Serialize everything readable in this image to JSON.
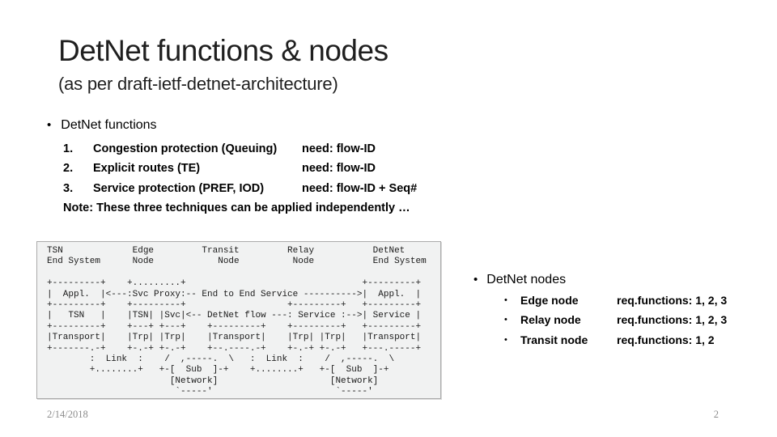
{
  "colors": {
    "text": "#1f1f1f",
    "muted_footer": "#8c8c8c",
    "panel_bg": "#f1f2f2",
    "panel_border": "#ababab"
  },
  "title": "DetNet functions & nodes",
  "subtitle": "(as per draft-ietf-detnet-architecture)",
  "functions": {
    "bullet_glyph": "•",
    "heading": "DetNet functions",
    "items": [
      {
        "num": "1.",
        "label": "Congestion protection (Queuing)",
        "need": "need: flow-ID"
      },
      {
        "num": "2.",
        "label": "Explicit routes (TE)",
        "need": "need: flow-ID"
      },
      {
        "num": "3.",
        "label": "Service protection (PREF, IOD)",
        "need": "need: flow-ID + Seq#"
      }
    ],
    "note": "Note: These three techniques can be applied independently …"
  },
  "diagram": {
    "lines": [
      "TSN             Edge         Transit         Relay           DetNet",
      "End System      Node            Node          Node           End System",
      "",
      "+---------+    +.........+                                 +---------+",
      "|  Appl.  |<---:Svc Proxy:-- End to End Service ---------->|  Appl.  |",
      "+---------+    +---------+                   +---------+   +---------+",
      "|   TSN   |    |TSN| |Svc|<-- DetNet flow ---: Service :-->| Service |",
      "+---------+    +---+ +---+    +---------+    +---------+   +---------+",
      "|Transport|    |Trp| |Trp|    |Transport|    |Trp| |Trp|   |Transport|",
      "+-------.-+    +-.-+ +-.-+    +--.----.-+    +-.-+ +-.-+   +---.-----+",
      "        :  Link  :    /  ,-----.  \\   :  Link  :    /  ,-----.  \\",
      "        +........+   +-[  Sub  ]-+    +........+   +-[  Sub  ]-+",
      "                       [Network]                     [Network]",
      "                        `-----'                       `-----'"
    ]
  },
  "nodes": {
    "bullet_glyph": "•",
    "heading": "DetNet nodes",
    "items": [
      {
        "label": "Edge node",
        "req": "req.functions: 1, 2, 3"
      },
      {
        "label": "Relay node",
        "req": "req.functions: 1, 2, 3"
      },
      {
        "label": "Transit node",
        "req": "req.functions: 1, 2"
      }
    ]
  },
  "footer": {
    "date": "2/14/2018",
    "page": "2"
  }
}
